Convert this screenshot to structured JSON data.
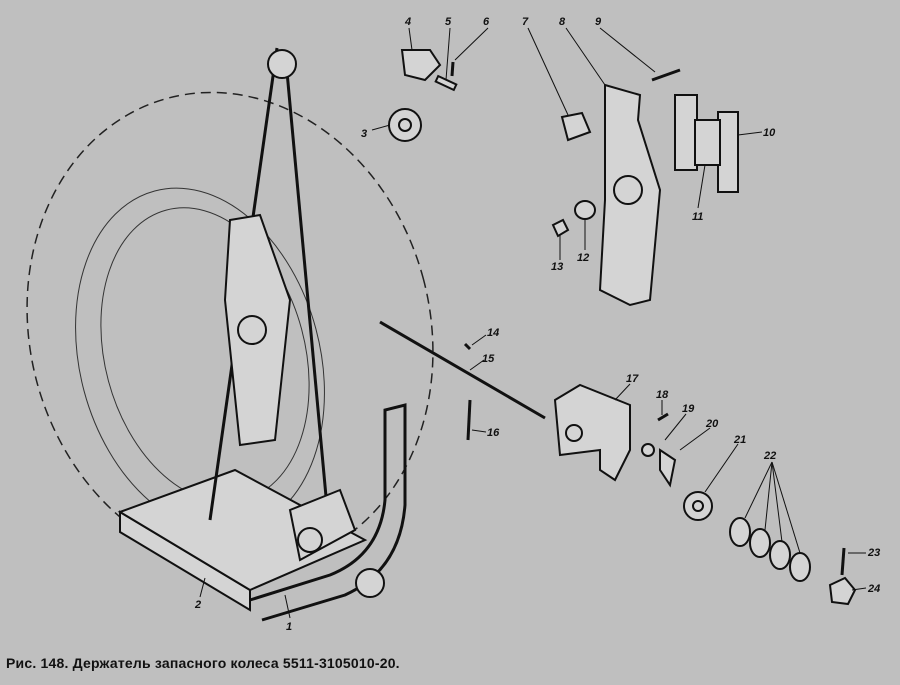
{
  "caption": "Рис. 148. Держатель запасного колеса 5511-3105010-20.",
  "callouts": [
    "1",
    "2",
    "3",
    "4",
    "5",
    "6",
    "7",
    "8",
    "9",
    "10",
    "11",
    "12",
    "13",
    "14",
    "15",
    "16",
    "17",
    "18",
    "19",
    "20",
    "21",
    "22",
    "23",
    "24"
  ]
}
